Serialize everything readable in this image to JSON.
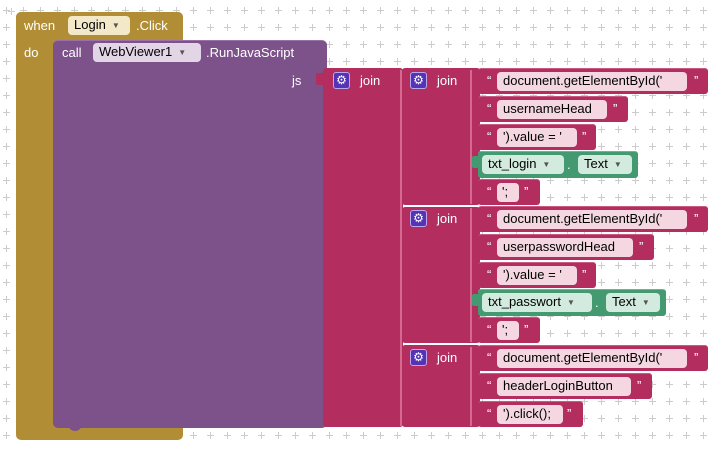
{
  "event": {
    "when_label": "when",
    "component": "Login",
    "event_name": ".Click",
    "do_label": "do"
  },
  "call": {
    "call_label": "call",
    "component": "WebViewer1",
    "method": ".RunJavaScript",
    "arg_label": "js"
  },
  "outer_join": {
    "label": "join"
  },
  "groups": [
    {
      "join_label": "join",
      "texts": [
        "document.getElementById('",
        "usernameHead",
        "').value = '"
      ],
      "component": {
        "name": "txt_login",
        "property": "Text"
      },
      "tail": "';"
    },
    {
      "join_label": "join",
      "texts": [
        "document.getElementById('",
        "userpasswordHead",
        "').value = '"
      ],
      "component": {
        "name": "txt_passwort",
        "property": "Text"
      },
      "tail": "';"
    },
    {
      "join_label": "join",
      "texts": [
        "document.getElementById('",
        "headerLoginButton",
        "').click();"
      ]
    }
  ],
  "quote_open": "“",
  "quote_close": "”",
  "dot": ".",
  "icons": {
    "dropdown": "dropdown-arrow-icon",
    "mutator": "gear-icon"
  },
  "colors": {
    "event": "#b18e35",
    "procedure": "#7d518a",
    "text": "#b32d5e",
    "component": "#439970"
  }
}
